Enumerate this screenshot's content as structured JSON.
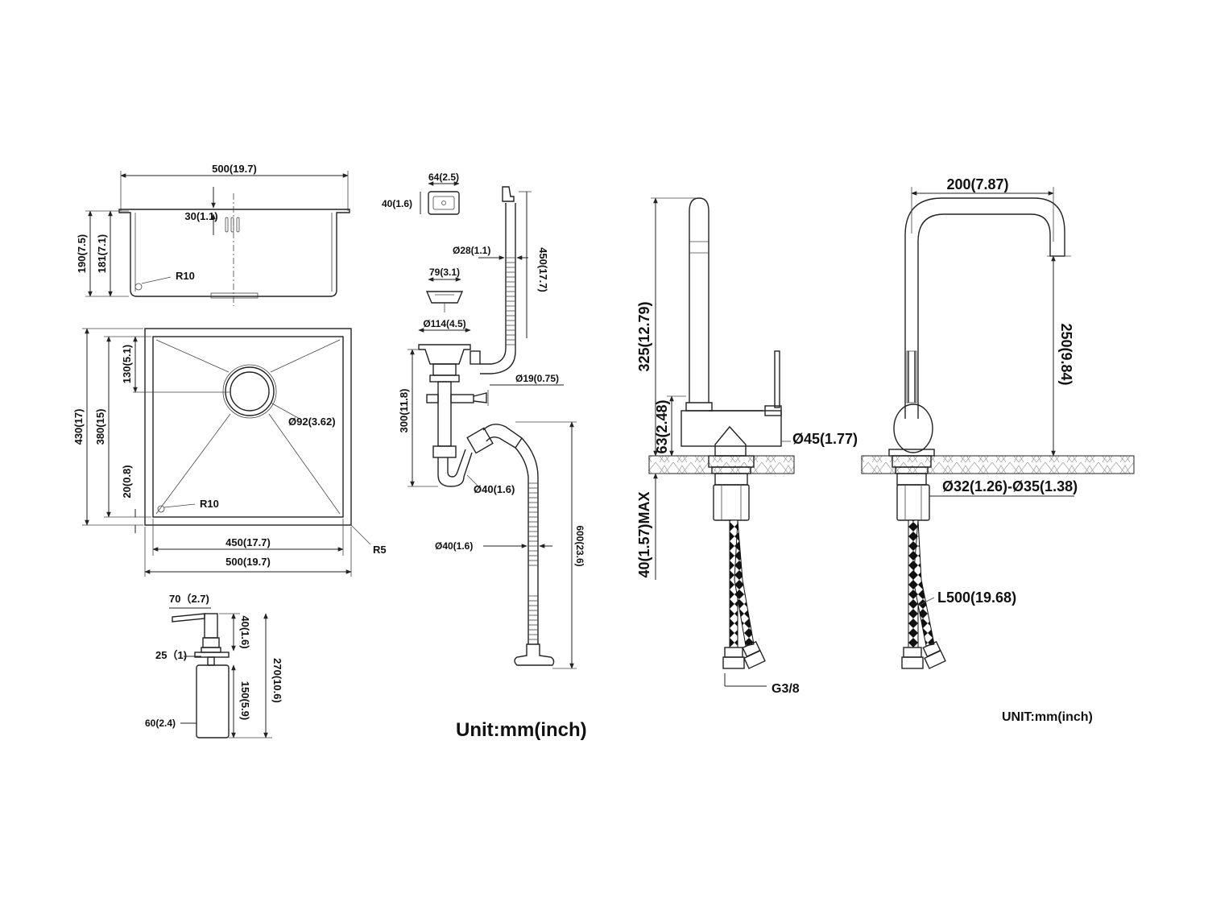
{
  "sink_top": {
    "width": "500(19.7)",
    "rim": "30(1.1)",
    "height_outer": "190(7.5)",
    "height_inner": "181(7.1)",
    "corner_radius": "R10"
  },
  "sink_plan": {
    "outer_depth": "430(17)",
    "inner_depth": "380(15)",
    "drain_offset": "130(5.1)",
    "drain_diameter": "Ø92(3.62)",
    "bottom_gap": "20(0.8)",
    "corner_radius": "R10",
    "inner_width": "450(17.7)",
    "outer_width": "500(19.7)",
    "edge_radius": "R5"
  },
  "drain_kit": {
    "overflow_width": "64(2.5)",
    "overflow_height": "40(1.6)",
    "overflow_hose_dia": "Ø28(1.1)",
    "overflow_hose_len": "450(17.7)",
    "strainer_dia": "79(3.1)",
    "basket_dia": "Ø114(4.5)",
    "side_inlet_dia": "Ø19(0.75)",
    "trap_height": "300(11.8)",
    "trap_dia": "Ø40(1.6)",
    "waste_hose_dia": "Ø40(1.6)",
    "waste_hose_len": "600(23.6)",
    "unit": "Unit:mm(inch)"
  },
  "soap_dispenser": {
    "nozzle_reach": "70（2.7)",
    "neck_dia": "25（1)",
    "head_height": "40(1.6)",
    "total_height": "270(10.6)",
    "bottle_height": "150(5.9)",
    "bottle_dia": "60(2.4)"
  },
  "faucet_side": {
    "total_height": "325(12.79)",
    "body_height": "63(2.48)",
    "body_dia": "Ø45(1.77)",
    "max_deck": "40(1.57)MAX",
    "connection": "G3/8"
  },
  "faucet_front": {
    "reach": "200(7.87)",
    "spout_height": "250(9.84)",
    "shank_dia": "Ø32(1.26)-Ø35(1.38)",
    "hose_length": "L500(19.68)",
    "unit": "UNIT:mm(inch)"
  }
}
